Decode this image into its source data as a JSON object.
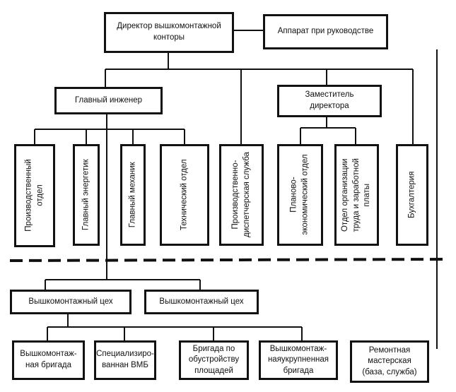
{
  "top": {
    "director": "Директор вышкомонтажной\nконторы",
    "apparatus": "Аппарат при руководстве"
  },
  "management": {
    "chief_engineer": "Главный инженер",
    "deputy_director": "Заместитель\nдиректора"
  },
  "departments": [
    "Производственный\nотдел",
    "Главный энергетик",
    "Главный механик",
    "Технический отдел",
    "Производственно-\nдиспетчерская служба",
    "Планово-\nэкономический отдел",
    "Отдел организации\nтруда и заработной\nплаты",
    "Бухгалтерия"
  ],
  "workshops": [
    "Вышкомонтажный цех",
    "Вышкомонтажный цех"
  ],
  "brigades": [
    "Вышкомонтаж-\nная бригада",
    "Специализиро-\nваннан ВМБ",
    "Бригада по\nобустройству\nплощадей",
    "Вышкомонтаж-\nнаяукрупненная\nбригада",
    "Ремонтная\nмастерская\n(база, служба)"
  ]
}
